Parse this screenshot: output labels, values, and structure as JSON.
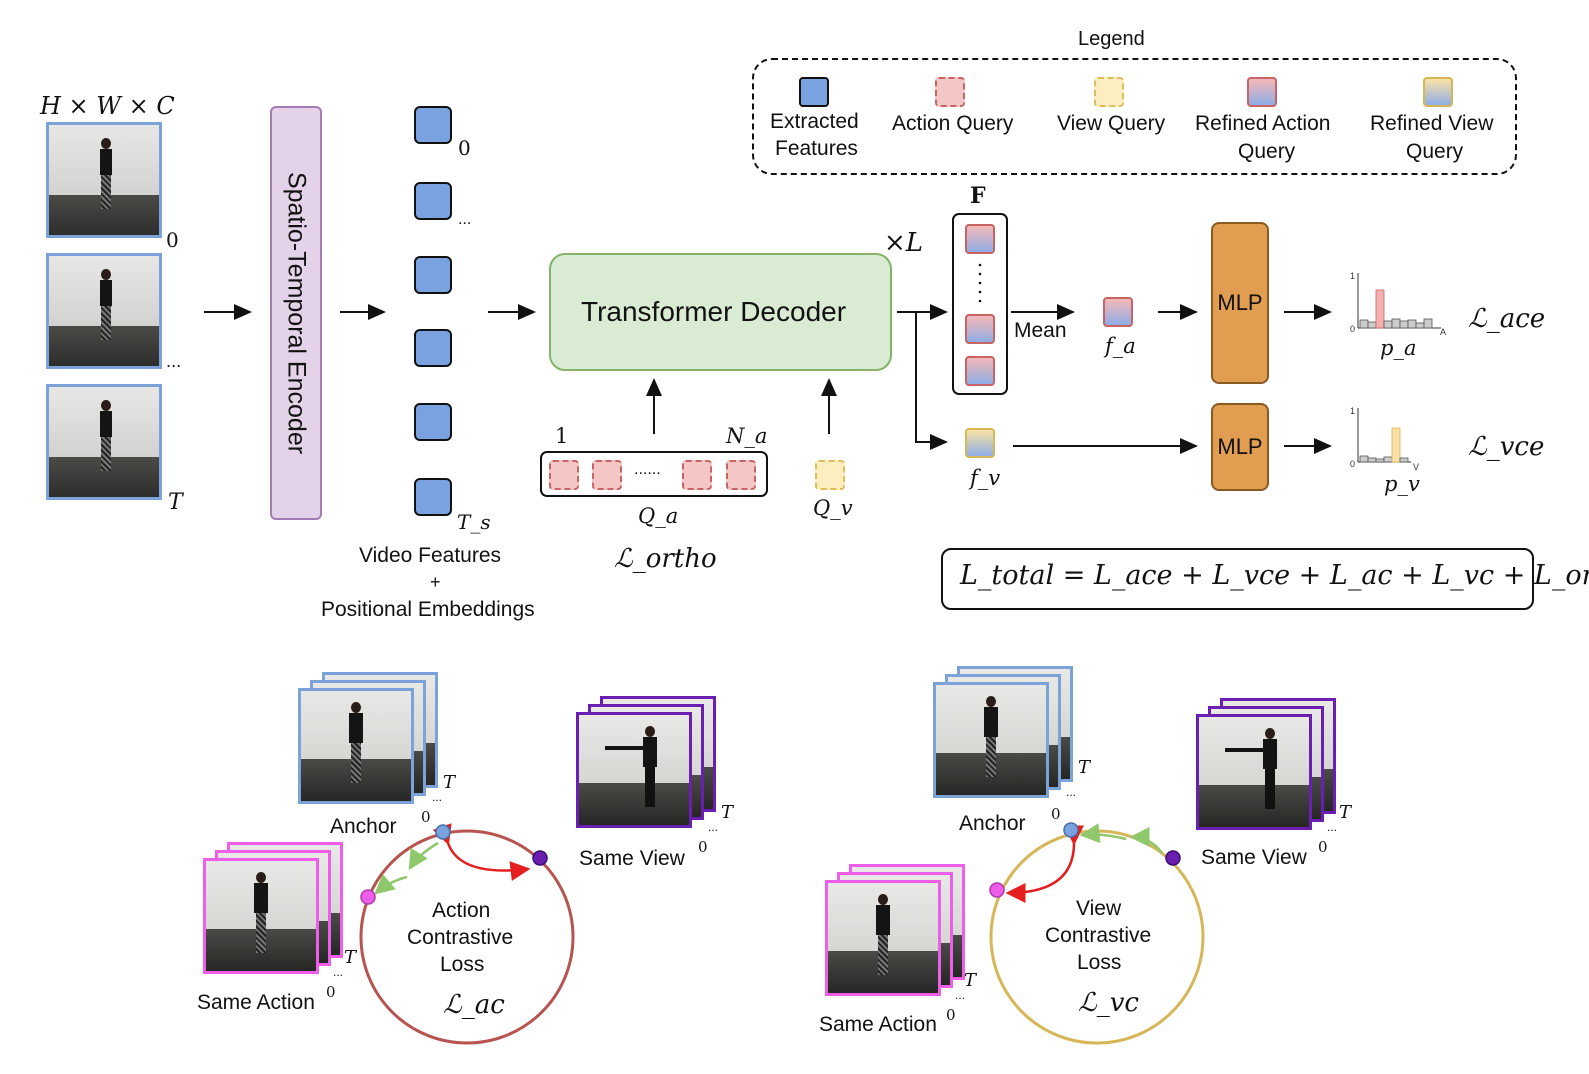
{
  "input": {
    "dim_label": "H × W × C",
    "frame_labels": [
      "0",
      "...",
      "T"
    ]
  },
  "encoder": {
    "label": "Spatio-Temporal Encoder"
  },
  "video_features": {
    "index_labels": [
      "0",
      "...",
      "T_s"
    ],
    "caption_line1": "Video Features",
    "caption_plus": "+",
    "caption_line2": "Positional Embeddings"
  },
  "decoder": {
    "label": "Transformer Decoder",
    "repeat": "×L"
  },
  "queries": {
    "qa_start": "1",
    "qa_end": "N_a",
    "qa_dots": "......",
    "qa_label": "Q_a",
    "qv_label": "Q_v",
    "ortho_loss": "ℒ_ortho"
  },
  "legend": {
    "title": "Legend",
    "items": [
      {
        "line1": "Extracted",
        "line2": "Features",
        "kind": "extracted"
      },
      {
        "line1": "Action Query",
        "line2": "",
        "kind": "action"
      },
      {
        "line1": "View Query",
        "line2": "",
        "kind": "view"
      },
      {
        "line1": "Refined Action",
        "line2": "Query",
        "kind": "refined-action"
      },
      {
        "line1": "Refined View",
        "line2": "Query",
        "kind": "refined-view"
      }
    ]
  },
  "refined": {
    "f_label": "F",
    "mean_label": "Mean",
    "fa_label": "f_a",
    "fv_label": "f_v"
  },
  "heads": {
    "mlp_top": "MLP",
    "mlp_bottom": "MLP",
    "pa_label": "p_a",
    "pv_label": "p_v",
    "ace_loss": "ℒ_ace",
    "vce_loss": "ℒ_vce",
    "pa_axis": {
      "y_top": "1",
      "y_zero": "0",
      "x_end": "A"
    },
    "pv_axis": {
      "y_top": "1",
      "y_zero": "0",
      "x_end": "V"
    }
  },
  "total_loss": "L_total = L_ace + L_vce + L_ac + L_vc + L_ortho",
  "bottom_left": {
    "anchor_label": "Anchor",
    "same_view_label": "Same View",
    "same_action_label": "Same Action",
    "circle_line1": "Action",
    "circle_line2": "Contrastive",
    "circle_line3": "Loss",
    "loss_symbol": "ℒ_ac",
    "stack_t": "T",
    "stack_dots": "...",
    "stack_zero": "0"
  },
  "bottom_right": {
    "anchor_label": "Anchor",
    "same_view_label": "Same View",
    "same_action_label": "Same Action",
    "circle_line1": "View",
    "circle_line2": "Contrastive",
    "circle_line3": "Loss",
    "loss_symbol": "ℒ_vc",
    "stack_t": "T",
    "stack_dots": "...",
    "stack_zero": "0"
  },
  "colors": {
    "extracted": "#7aa2e0",
    "action_query": "#f4c6c6",
    "view_query": "#fdeec0",
    "decoder_fill": "#d9ecd3",
    "encoder_fill": "#e4d2e9",
    "mlp": "#e19d50",
    "action_circle": "#b85450",
    "view_circle": "#d6b656",
    "anchor_border": "#7ba3d8",
    "same_view_border": "#6a1fb0",
    "same_action_border": "#ee5ee8",
    "green_arrow": "#8ec86a",
    "red_arrow": "#e41f1f"
  }
}
